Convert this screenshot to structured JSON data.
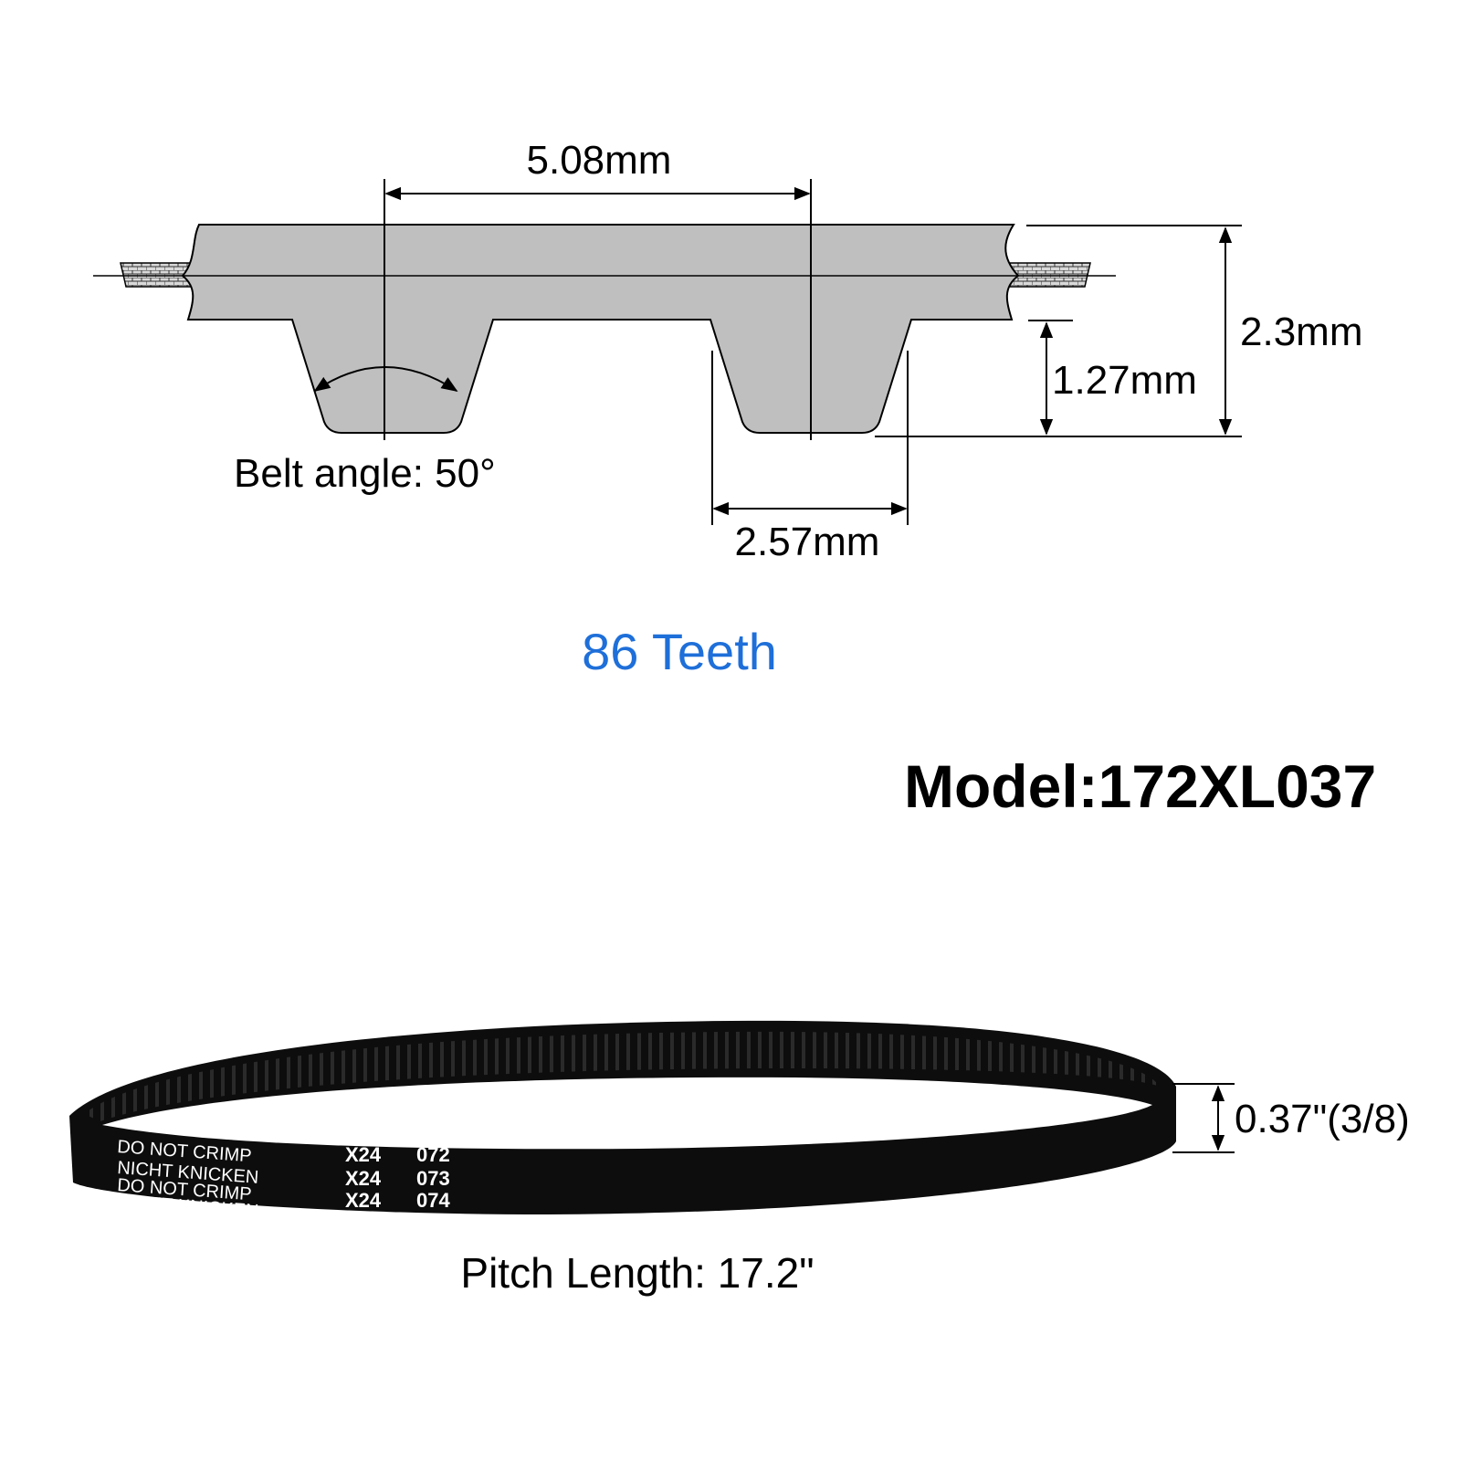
{
  "profile": {
    "pitch_label": "5.08mm",
    "total_height_label": "2.3mm",
    "tooth_height_label": "1.27mm",
    "tooth_width_label": "2.57mm",
    "belt_angle_label": "Belt angle: 50°"
  },
  "teeth_label": "86 Teeth",
  "model_label": "Model:172XL037",
  "belt": {
    "width_label": "0.37\"(3/8)",
    "pitch_length_label": "Pitch Length: 17.2\"",
    "print_text": {
      "left_line1": "DO NOT CRIMP",
      "left_line2": "NICHT KNICKEN",
      "left_line3": "DO NOT CRIMP",
      "left_line4": "NICHT KNICKEN",
      "code1": "X24",
      "code2": "X24",
      "code3": "X24",
      "num1": "072",
      "num2": "073",
      "num3": "074"
    }
  },
  "colors": {
    "profile_fill": "#bfbfbf",
    "teeth_label": "#1e6fd9",
    "belt": "#0d0d0d"
  }
}
